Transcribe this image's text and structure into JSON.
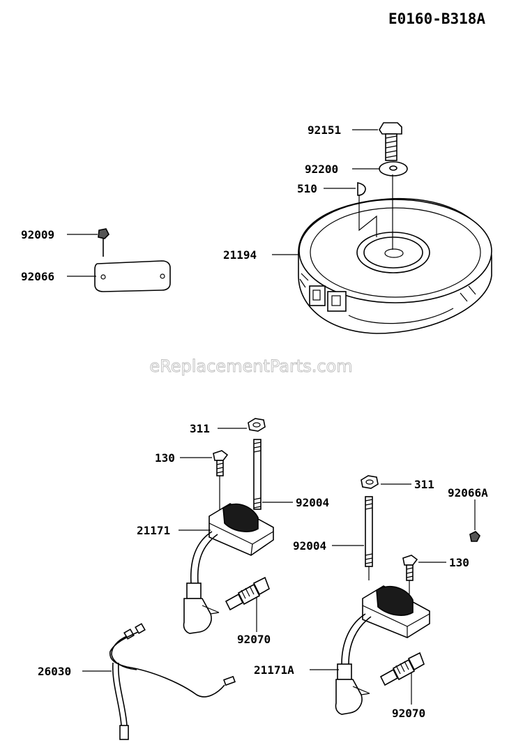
{
  "diagram": {
    "code": "E0160-B318A",
    "watermark": "eReplacementParts.com",
    "labels": {
      "p92151": "92151",
      "p92200": "92200",
      "p510": "510",
      "p21194": "21194",
      "p92009": "92009",
      "p92066": "92066",
      "p311a": "311",
      "p130a": "130",
      "p92004a": "92004",
      "p21171": "21171",
      "p92070a": "92070",
      "p26030": "26030",
      "p311b": "311",
      "p92066A": "92066A",
      "p92004b": "92004",
      "p130b": "130",
      "p21171A": "21171A",
      "p92070b": "92070"
    }
  }
}
